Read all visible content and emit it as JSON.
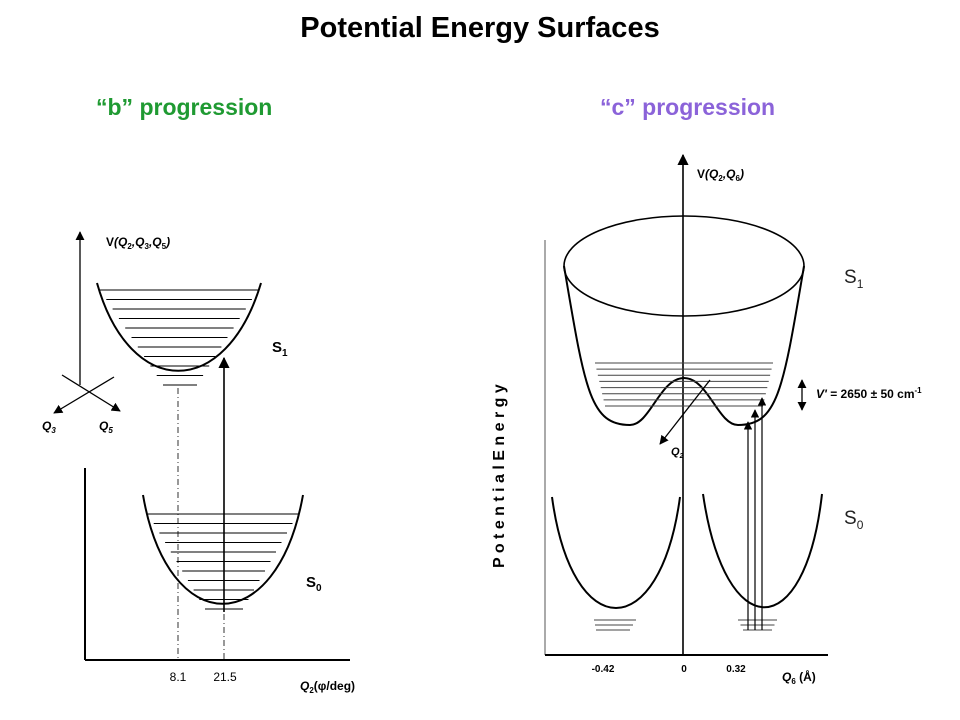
{
  "title": "Potential Energy Surfaces",
  "colors": {
    "b": "#1f9a32",
    "c": "#8b63d9"
  },
  "b_panel": {
    "heading": "“b” progression",
    "axis_label": {
      "prefix": "V",
      "args": [
        "(Q",
        "2",
        ",Q",
        "3",
        ",Q",
        "5",
        ")"
      ]
    },
    "axis_q3": {
      "base": "Q",
      "sub": "3"
    },
    "axis_q5": {
      "base": "Q",
      "sub": "5"
    },
    "s1_label": {
      "base": "S",
      "sub": "1"
    },
    "s0_label": {
      "base": "S",
      "sub": "0"
    },
    "x_ticks": [
      "8.1",
      "21.5"
    ],
    "x_label": {
      "base": "Q",
      "sub": "2",
      "rest": "(φ/deg)"
    }
  },
  "c_panel": {
    "heading": "“c” progression",
    "axis_label": {
      "prefix": "V",
      "args": [
        "(Q",
        "2",
        ",Q",
        "6",
        ")"
      ]
    },
    "potential_energy": "P o t e n t i a l   E n e r g y",
    "s1_label": {
      "base": "S",
      "sub": "1"
    },
    "s0_label": {
      "base": "S",
      "sub": "0"
    },
    "barrier_label": {
      "prefix": "V'",
      "value": " = 2650 ± 50 cm",
      "sup": "-1"
    },
    "q2_label": {
      "base": "Q",
      "sub": "2"
    },
    "x_ticks": [
      "-0.42",
      "0",
      "0.32"
    ],
    "x_label": {
      "base": "Q",
      "sub": "6",
      "rest": " (Å)"
    }
  }
}
